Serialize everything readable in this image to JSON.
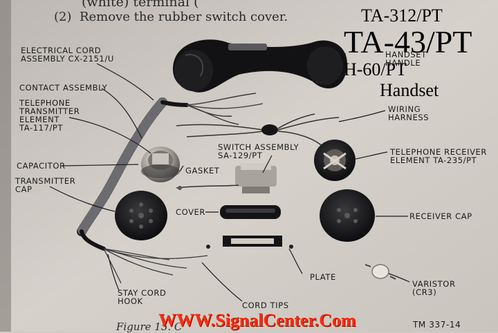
{
  "page": {
    "header_partial": "(white) terminal (",
    "instruction": "(2)  Remove the rubber switch cover.",
    "model_numbers": [
      "TA-312/PT",
      "TA-43/PT",
      "H-60/PT"
    ],
    "model_word": "Handset",
    "figure_caption_partial": "Figure 15. C",
    "tm_code": "TM 337-14",
    "credit": "WWW.SignalCenter.Com"
  },
  "callouts": {
    "cord": "ELECTRICAL CORD\nASSEMBLY CX-2151/U",
    "contact": "CONTACT ASSEMBLY",
    "transmitter_element": "TELEPHONE\nTRANSMITTER\nELEMENT\nTA-117/PT",
    "capacitor": "CAPACITOR",
    "gasket": "GASKET",
    "transmitter_cap": "TRANSMITTER\nCAP",
    "switch": "SWITCH ASSEMBLY\nSA-129/PT",
    "handle": "HANDSET\nHANDLE",
    "wiring": "WIRING\nHARNESS",
    "receiver_element": "TELEPHONE RECEIVER\nELEMENT TA-235/PT",
    "cover": "COVER",
    "receiver_cap": "RECEIVER CAP",
    "plate": "PLATE",
    "varistor": "VARISTOR\n(CR3)",
    "stay_hook": "STAY CORD\nHOOK",
    "cord_tips": "CORD TIPS"
  }
}
